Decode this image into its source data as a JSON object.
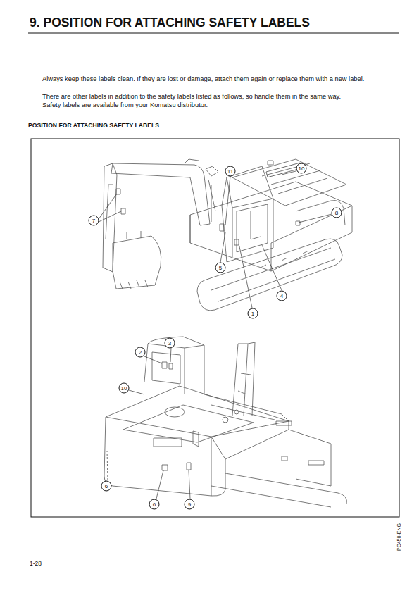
{
  "diagram": {
    "title": "9. POSITION FOR ATTACHING SAFETY LABELS",
    "labels": [
      "Always keep these labels clean. If they are lost or damage, attach them again or replace them with a new label.",
      "There are other labels in addition to the safety labels listed as follows, so handle them in the same way.",
      "Safety labels are available from your Komatsu distributor.",
      "POSITION FOR ATTACHING SAFETY LABELS",
      "11",
      "10",
      "8",
      "7",
      "5",
      "4",
      "1",
      "3",
      "2",
      "10",
      "6",
      "6",
      "9",
      "1-28",
      "PC450-ENG"
    ]
  }
}
